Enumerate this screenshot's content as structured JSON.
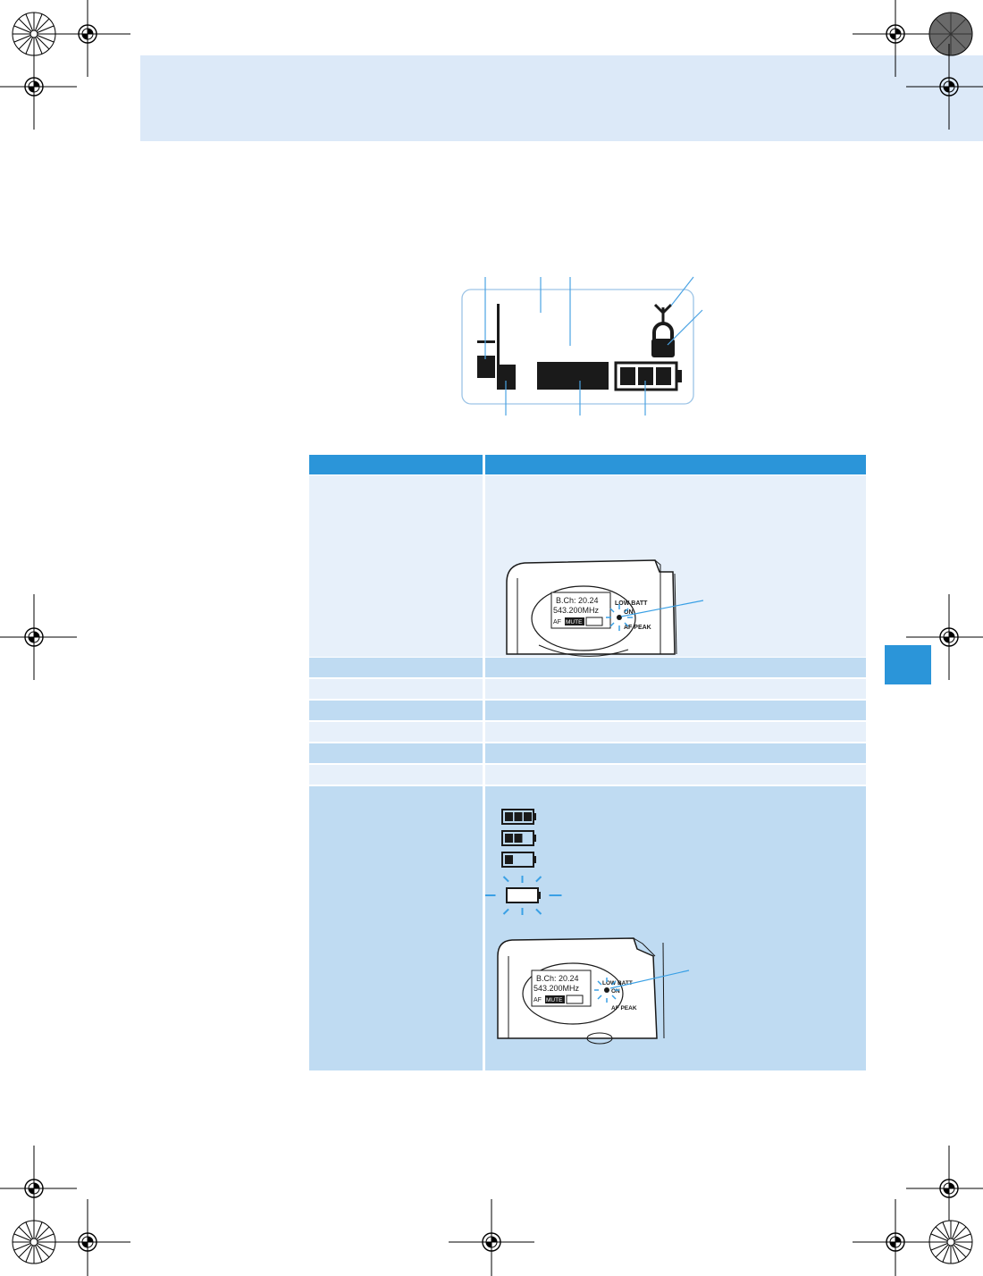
{
  "colors": {
    "header_band": "#dce9f8",
    "accent_blue": "#2b95d9",
    "row_light": "#e7f0fa",
    "row_mid": "#bfdbf2",
    "display_black": "#1a1a1a"
  },
  "icons": [
    "antenna-icon",
    "lock-icon",
    "battery-icon",
    "rf-level-bar",
    "af-level-bar",
    "mute-block",
    "registration-mark",
    "color-wheel"
  ],
  "table": {
    "header": {
      "col1": "",
      "col2": ""
    },
    "rows": [
      {
        "col1": "",
        "col2": ""
      },
      {
        "col1": "",
        "col2": ""
      },
      {
        "col1": "",
        "col2": ""
      },
      {
        "col1": "",
        "col2": ""
      },
      {
        "col1": "",
        "col2": ""
      },
      {
        "col1": "",
        "col2": ""
      },
      {
        "col1": "",
        "col2": ""
      },
      {
        "col1": "",
        "col2": ""
      }
    ]
  },
  "device_photo_1": {
    "display_line1": "B.Ch: 20.24",
    "display_line2": "543.200MHz",
    "display_af": "AF",
    "display_mute": "MUTE",
    "led_low_batt": "LOW BATT",
    "led_on": "ON",
    "led_af_peak": "AF PEAK"
  },
  "device_photo_2": {
    "display_line1": "B.Ch: 20.24",
    "display_line2": "543.200MHz",
    "display_af": "AF",
    "display_mute": "MUTE",
    "led_low_batt": "LOW BATT",
    "led_on": "ON",
    "led_af_peak": "AF PEAK"
  },
  "battery_states": [
    {
      "bars": 3
    },
    {
      "bars": 2
    },
    {
      "bars": 1
    },
    {
      "bars": 0,
      "blinking": true
    }
  ]
}
